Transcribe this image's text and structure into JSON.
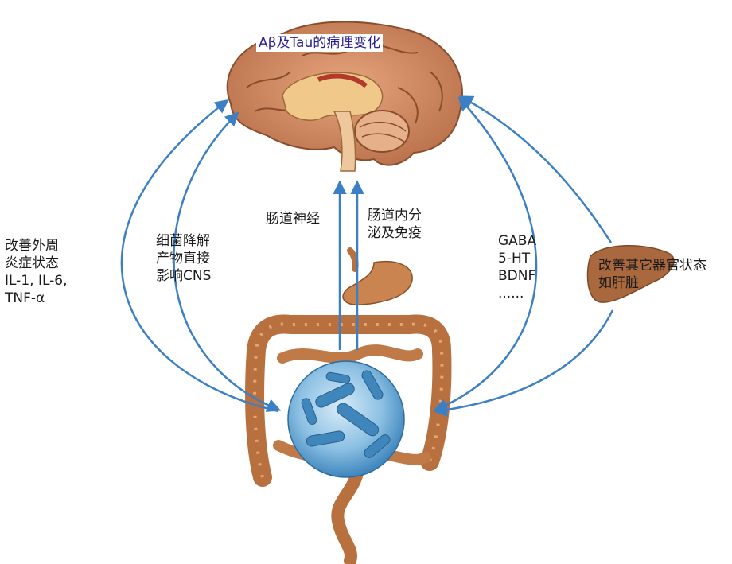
{
  "brain_label": "Aβ及Tau的病理变化",
  "left_outer_lines": [
    "改善外周",
    "炎症状态",
    "IL-1, IL-6,",
    "TNF-α"
  ],
  "left_inner_lines": [
    "细菌降解",
    "产物直接",
    "影响CNS"
  ],
  "center_left_lines": [
    "肠道神经"
  ],
  "center_right_lines": [
    "肠道内分",
    "泌及免疫"
  ],
  "right_molecules_lines": [
    "GABA",
    "5-HT",
    "BDNF",
    "......"
  ],
  "right_organ_lines": [
    "改善其它器官状态",
    "如肝脏"
  ],
  "colors": {
    "arrow": "#3b7fc4",
    "brain_outer": "#c9835a",
    "intestine": "#b8703f",
    "bacteria": "#5f9fd0",
    "liver": "#a9683d"
  },
  "icons": [
    "brain-icon",
    "intestine-icon",
    "bacteria-icon",
    "liver-icon"
  ]
}
